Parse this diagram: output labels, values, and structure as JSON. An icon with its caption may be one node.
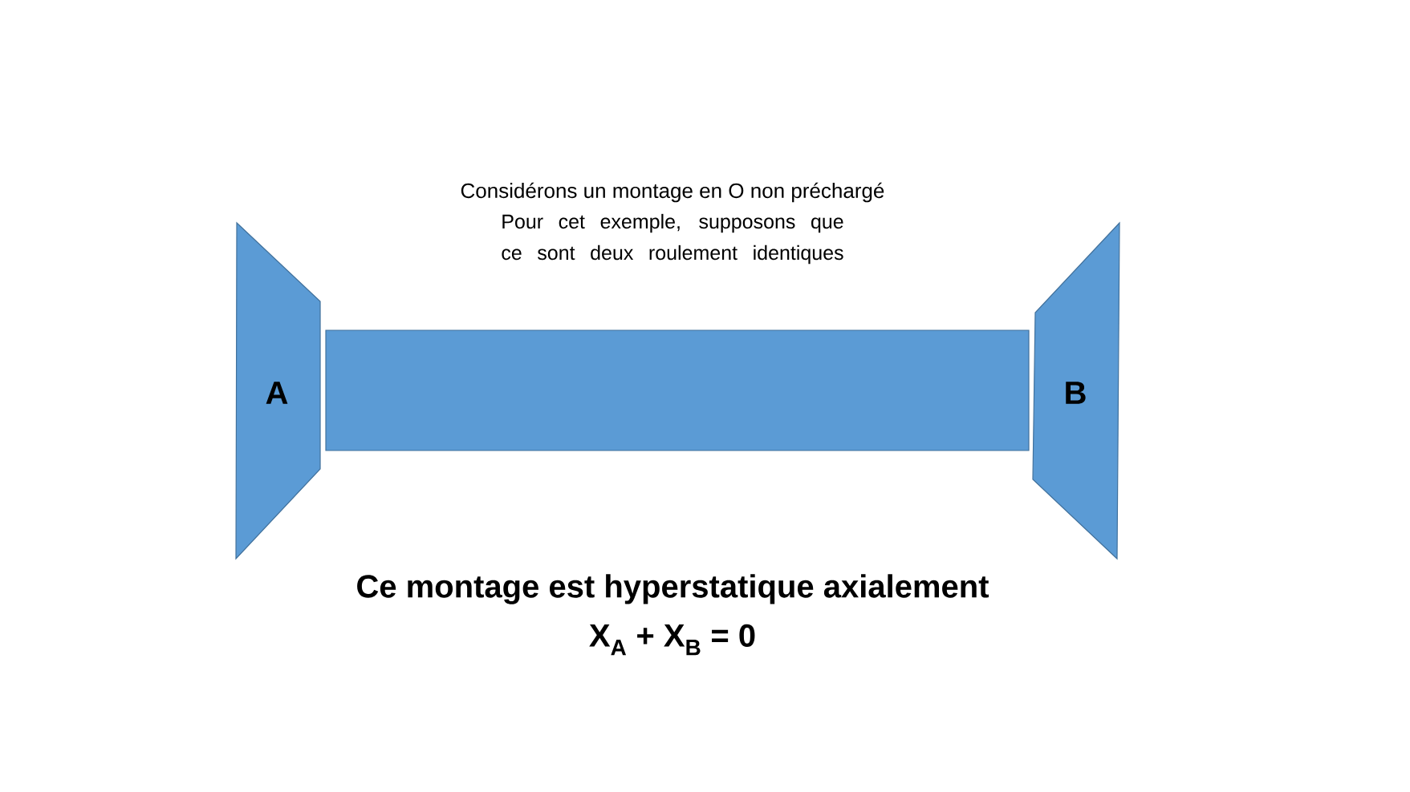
{
  "diagram": {
    "nodes": [
      {
        "text": [
          "A"
        ]
      },
      {
        "text": [],
        "shape": "bar"
      },
      {
        "text": [
          "B"
        ]
      }
    ],
    "labels": [
      "Considérons un montage en O non préchargé",
      "Pour cet exemple, supposons que ce sont deux roulement identiques",
      "Ce montage est hyperstatique axialement",
      "X$_{A}$ + X$_{B}$ = 0"
    ]
  }
}
